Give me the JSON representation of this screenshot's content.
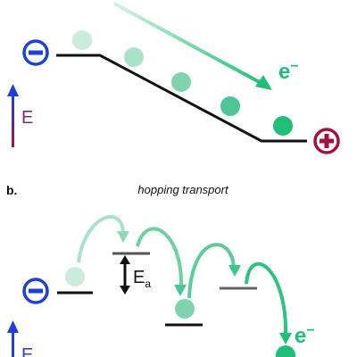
{
  "panel_b": {
    "label": "b.",
    "title": "hopping transport"
  },
  "electron_label": {
    "main": "e",
    "sup": "−"
  },
  "field_label": "E",
  "activation_energy": {
    "main": "E",
    "sub": "a"
  },
  "icons": {
    "negative_electrode": "minus-circle-icon",
    "positive_electrode": "plus-circle-icon",
    "field_arrow": "field-arrow-icon"
  },
  "colors": {
    "negative": "#1f3fd6",
    "positive": "#a3123f",
    "electron_dark": "#1fbf7a",
    "electron_light": "#c9ecdd",
    "level_line": "#111111",
    "hop_level_grey": "#666666"
  }
}
